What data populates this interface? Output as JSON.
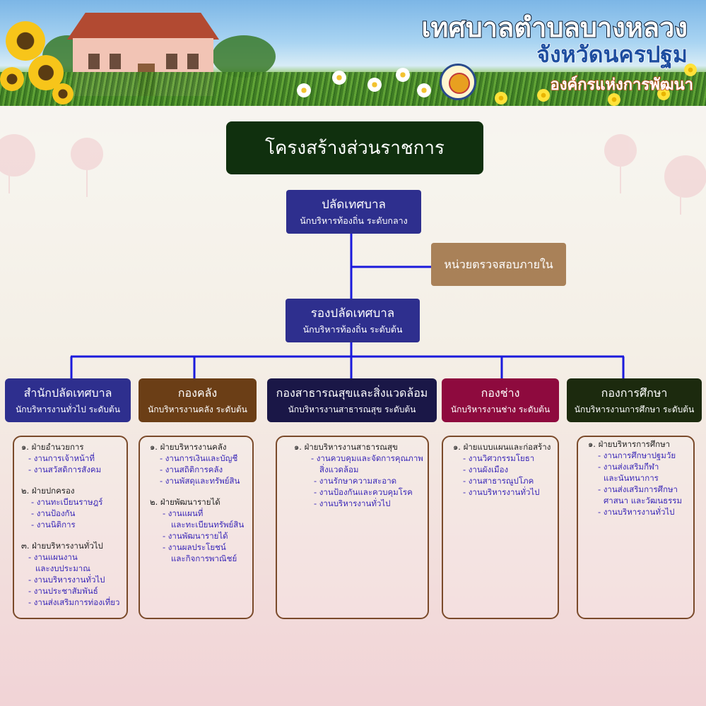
{
  "banner": {
    "title": "เทศบาลตำบลบางหลวง",
    "province": "จังหวัดนครปฐม",
    "slogan": "องค์กรแห่งการพัฒนา"
  },
  "chart_title": "โครงสร้างส่วนราชการ",
  "chief": {
    "title": "ปลัดเทศบาล",
    "subtitle": "นักบริหารท้องถิ่น ระดับกลาง"
  },
  "audit": {
    "title": "หน่วยตรวจสอบภายใน"
  },
  "deputy": {
    "title": "รองปลัดเทศบาล",
    "subtitle": "นักบริหารท้องถิ่น ระดับต้น"
  },
  "colors": {
    "title_box": "#10300e",
    "chief_box": "#2e2f8e",
    "audit_box": "#a98158",
    "line": "#1a1adc",
    "list_border": "#7a4a2a",
    "list_item": "#3a28b8"
  },
  "departments": [
    {
      "title": "สำนักปลัดเทศบาล",
      "subtitle": "นักบริหารงานทั่วไป ระดับต้น",
      "color": "#2e2f8e",
      "sections": [
        {
          "head": "๑. ฝ่ายอำนวยการ",
          "items": [
            "- งานการเจ้าหน้าที่",
            "- งานสวัสดิการสังคม"
          ]
        },
        {
          "head": "๒. ฝ่ายปกครอง",
          "items": [
            "- งานทะเบียนราษฎร์",
            "- งานป้องกัน",
            "- งานนิติการ"
          ]
        },
        {
          "head": "๓. ฝ่ายบริหารงานทั่วไป",
          "items": [
            "- งานแผนงาน",
            "และงบประมาณ",
            "- งานบริหารงานทั่วไป",
            "- งานประชาสัมพันธ์",
            "- งานส่งเสริมการท่องเที่ยว"
          ]
        }
      ]
    },
    {
      "title": "กองคลัง",
      "subtitle": "นักบริหารงานคลัง ระดับต้น",
      "color": "#6b3e16",
      "sections": [
        {
          "head": "๑. ฝ่ายบริหารงานคลัง",
          "items": [
            "- งานการเงินและบัญชี",
            "- งานสถิติการคลัง",
            "- งานพัสดุและทรัพย์สิน"
          ]
        },
        {
          "head": "๒. ฝ่ายพัฒนารายได้",
          "items": [
            "- งานแผนที่",
            "และทะเบียนทรัพย์สิน",
            "- งานพัฒนารายได้",
            "- งานผลประโยชน์",
            "และกิจการพาณิชย์"
          ]
        }
      ]
    },
    {
      "title": "กองสาธารณสุขและสิ่งแวดล้อม",
      "subtitle": "นักบริหารงานสาธารณสุข ระดับต้น",
      "color": "#1a1747",
      "sections": [
        {
          "head": "๑. ฝ่ายบริหารงานสาธารณสุข",
          "items": [
            "- งานควบคุมและจัดการคุณภาพ",
            "สิ่งแวดล้อม",
            "- งานรักษาความสะอาด",
            "- งานป้องกันและควบคุมโรค",
            "- งานบริหารงานทั่วไป"
          ]
        }
      ]
    },
    {
      "title": "กองช่าง",
      "subtitle": "นักบริหารงานช่าง ระดับต้น",
      "color": "#8e0a3e",
      "sections": [
        {
          "head": "๑. ฝ่ายแบบแผนและก่อสร้าง",
          "items": [
            "- งานวิศวกรรมโยธา",
            "- งานผังเมือง",
            "- งานสาธารณูปโภค",
            "- งานบริหารงานทั่วไป"
          ]
        }
      ]
    },
    {
      "title": "กองการศึกษา",
      "subtitle": "นักบริหารงานการศึกษา ระดับต้น",
      "color": "#1c2a0e",
      "sections": [
        {
          "head": "๑. ฝ่ายบริหารการศึกษา",
          "items": [
            "- งานการศึกษาปฐมวัย",
            "- งานส่งเสริมกีฬา",
            "และนันทนาการ",
            "- งานส่งเสริมการศึกษา",
            "ศาสนา และวัฒนธรรม",
            "- งานบริหารงานทั่วไป"
          ]
        }
      ]
    }
  ]
}
